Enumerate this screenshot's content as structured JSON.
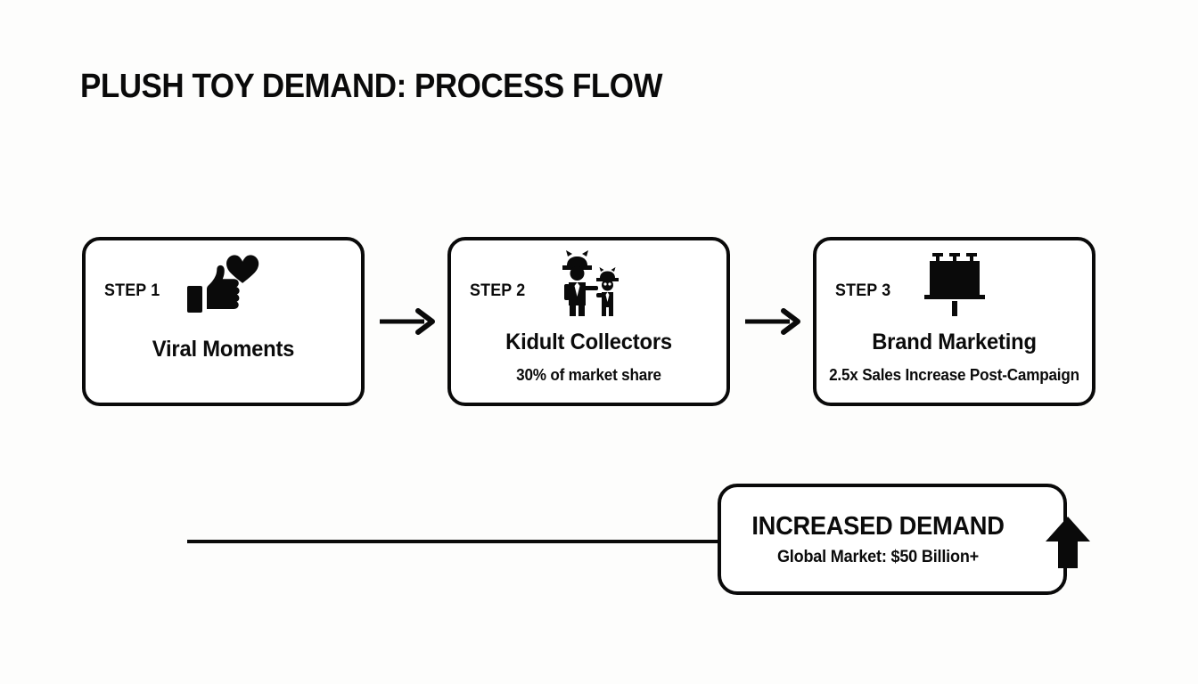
{
  "page": {
    "title": "PLUSH TOY DEMAND: PROCESS FLOW",
    "background_color": "#fdfdfc",
    "ink_color": "#0a0a0a"
  },
  "steps": [
    {
      "label": "STEP 1",
      "title": "Viral Moments",
      "subtitle": "",
      "icon": "thumbs-up-heart-icon"
    },
    {
      "label": "STEP 2",
      "title": "Kidult Collectors",
      "subtitle": "30% of market share",
      "icon": "adult-and-child-icon"
    },
    {
      "label": "STEP 3",
      "title": "Brand Marketing",
      "subtitle": "2.5x Sales Increase Post-Campaign",
      "icon": "billboard-icon"
    }
  ],
  "connectors": [
    {
      "name": "arrow-step1-to-step2",
      "icon": "arrow-right-icon"
    },
    {
      "name": "arrow-step2-to-step3",
      "icon": "arrow-right-icon"
    }
  ],
  "result": {
    "title": "INCREASED DEMAND",
    "subtitle": "Global Market: $50 Billion+",
    "icon": "arrow-up-icon"
  }
}
